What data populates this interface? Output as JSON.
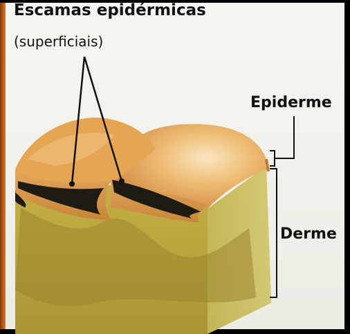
{
  "figure": {
    "title": "Escamas epidérmicas",
    "subtitle": "(superficiais)",
    "labels": {
      "epidermis": "Epiderme",
      "dermis": "Derme"
    },
    "colors": {
      "scale_top": "#e7a85a",
      "scale_highlight": "#f6d29b",
      "dermis_yellow": "#b9a53c",
      "dermis_dark": "#8f7e2a",
      "background": "#f3f2ed",
      "border_orange": "#d2691e"
    }
  }
}
